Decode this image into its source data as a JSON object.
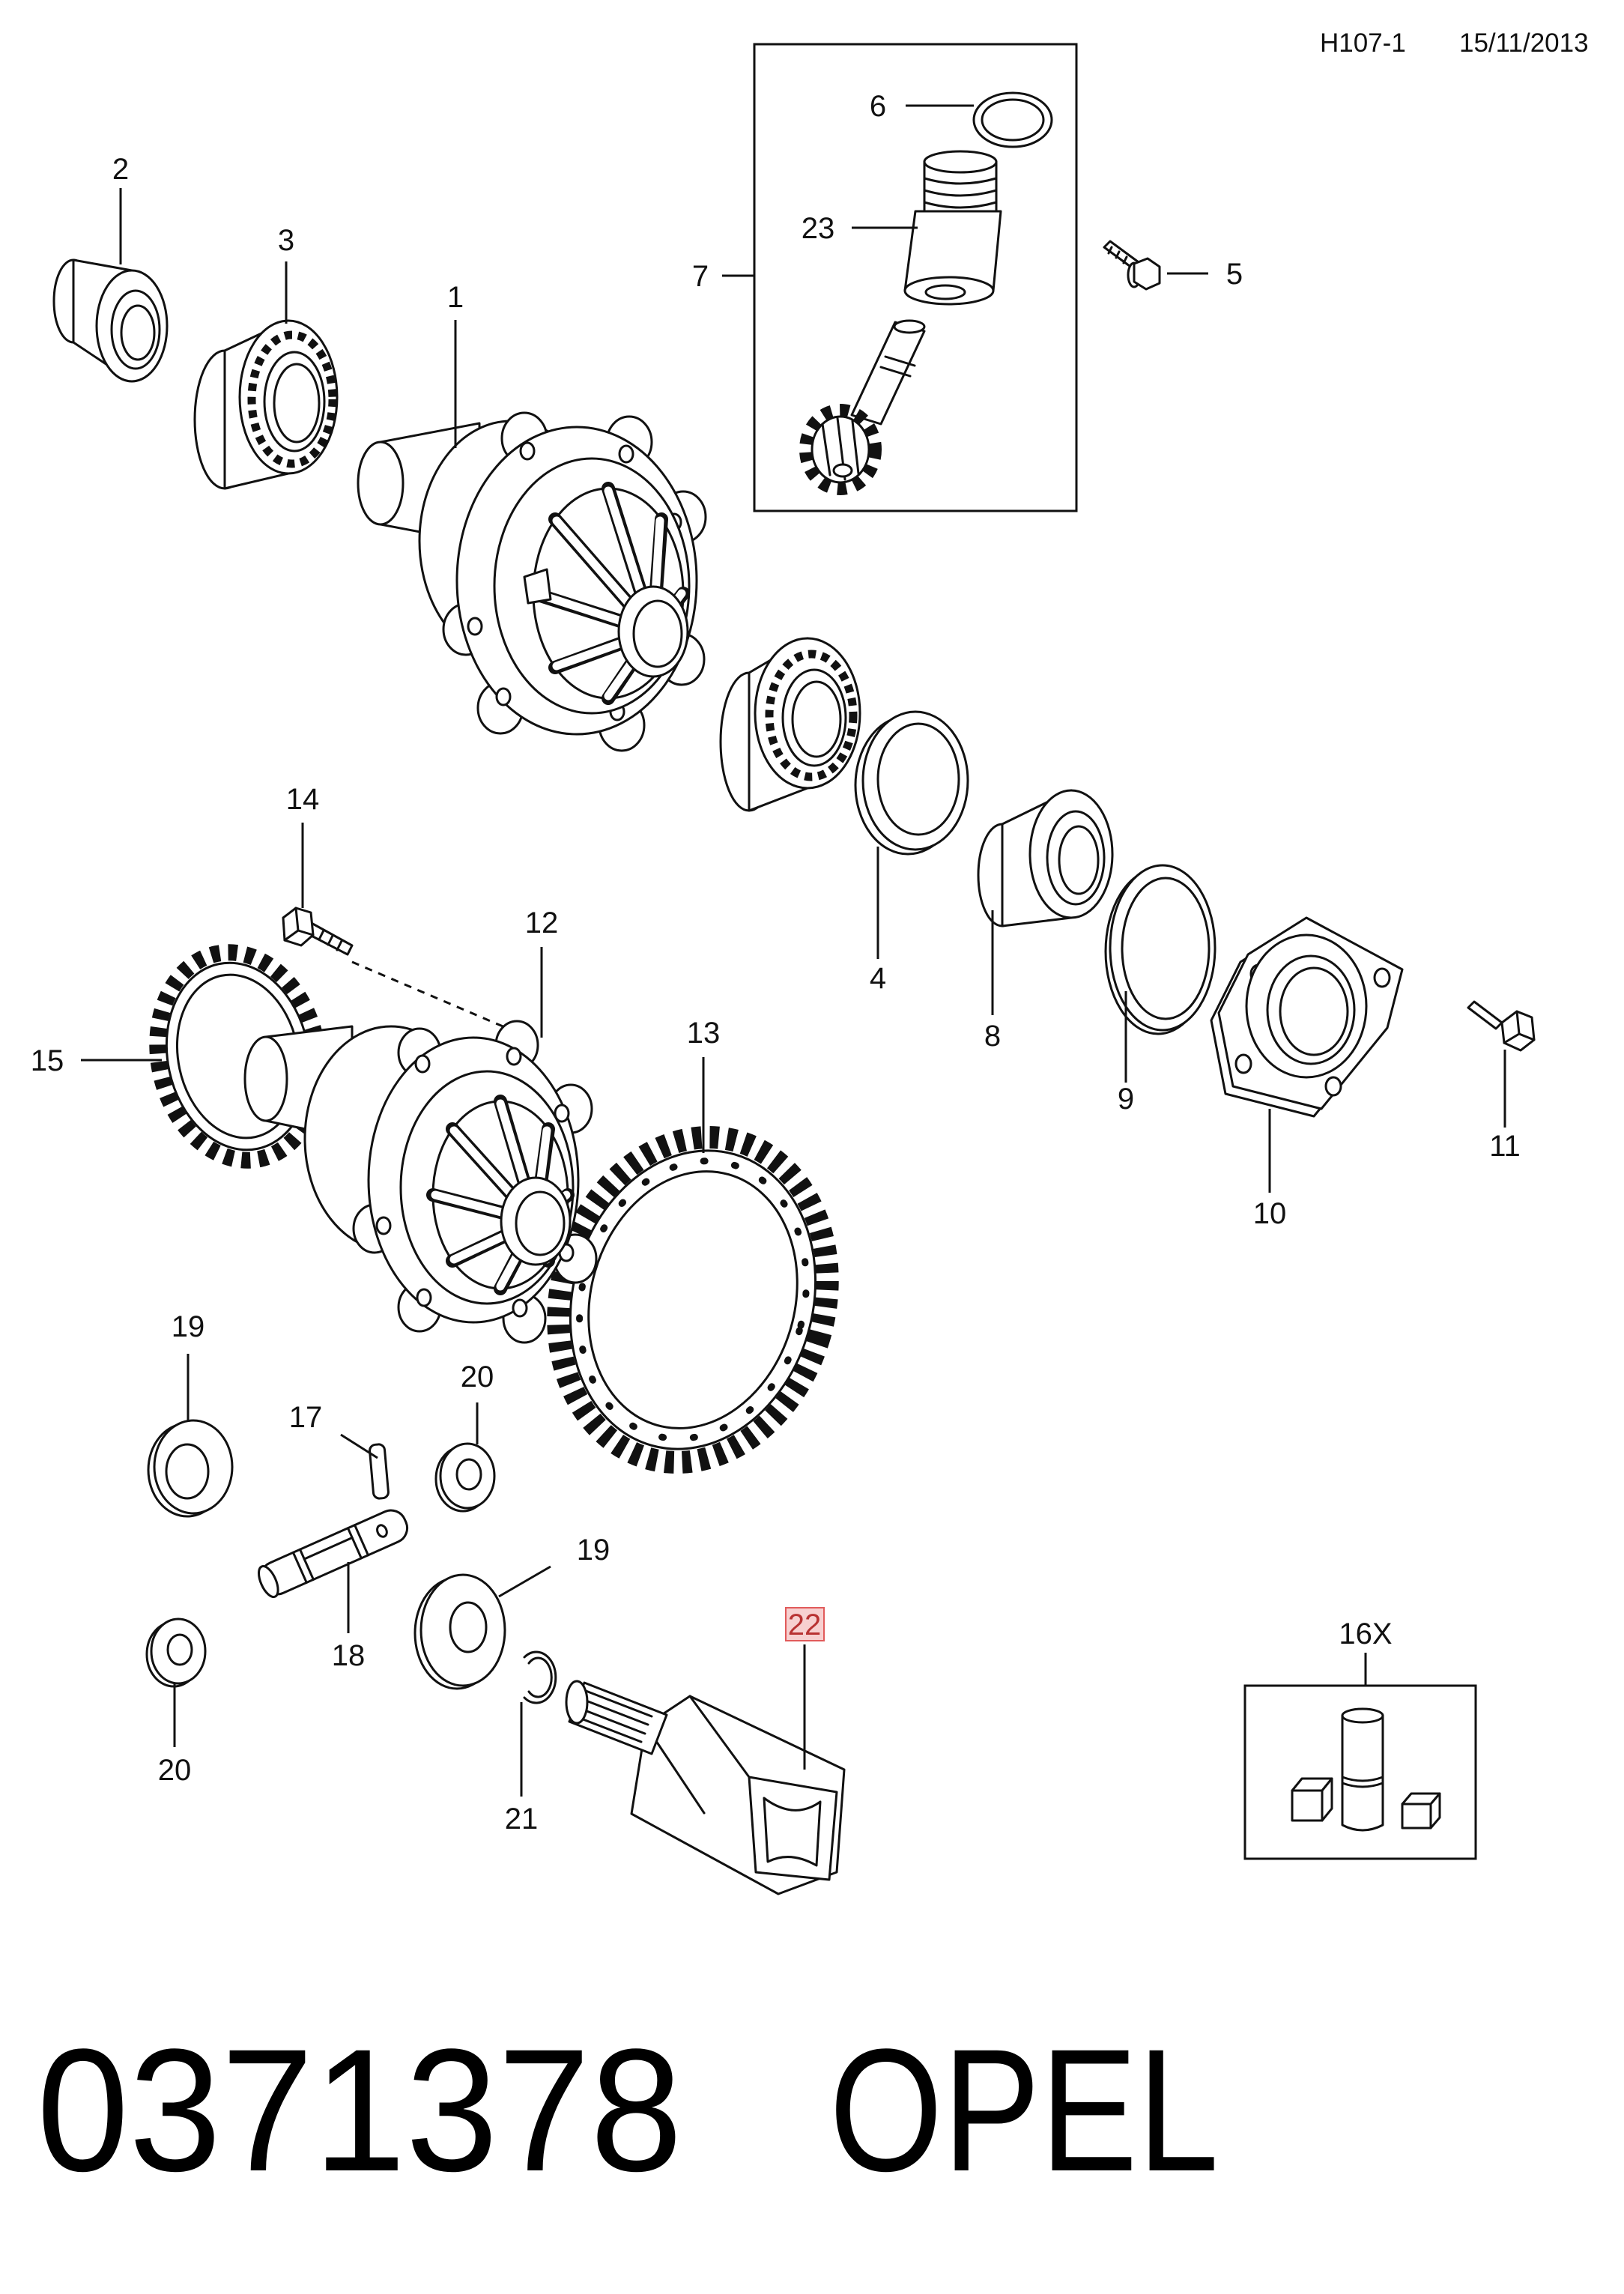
{
  "header": {
    "diagram_code": "H107-1",
    "date": "15/11/2013"
  },
  "callouts": [
    {
      "label": "1"
    },
    {
      "label": "2"
    },
    {
      "label": "3"
    },
    {
      "label": "4"
    },
    {
      "label": "5"
    },
    {
      "label": "6"
    },
    {
      "label": "7"
    },
    {
      "label": "8"
    },
    {
      "label": "9"
    },
    {
      "label": "10"
    },
    {
      "label": "11"
    },
    {
      "label": "12"
    },
    {
      "label": "13"
    },
    {
      "label": "14"
    },
    {
      "label": "15"
    },
    {
      "label": "16X"
    },
    {
      "label": "17"
    },
    {
      "label": "18"
    },
    {
      "label": "19"
    },
    {
      "label": "19"
    },
    {
      "label": "20"
    },
    {
      "label": "20"
    },
    {
      "label": "21"
    },
    {
      "label": "22",
      "highlighted": true
    },
    {
      "label": "23"
    }
  ],
  "footer": {
    "part_number": "0371378",
    "brand": "OPEL"
  },
  "colors": {
    "line": "#111111",
    "highlight_fill": "#f7d0d0",
    "highlight_stroke": "#e15b5b",
    "highlight_text": "#b83232"
  }
}
